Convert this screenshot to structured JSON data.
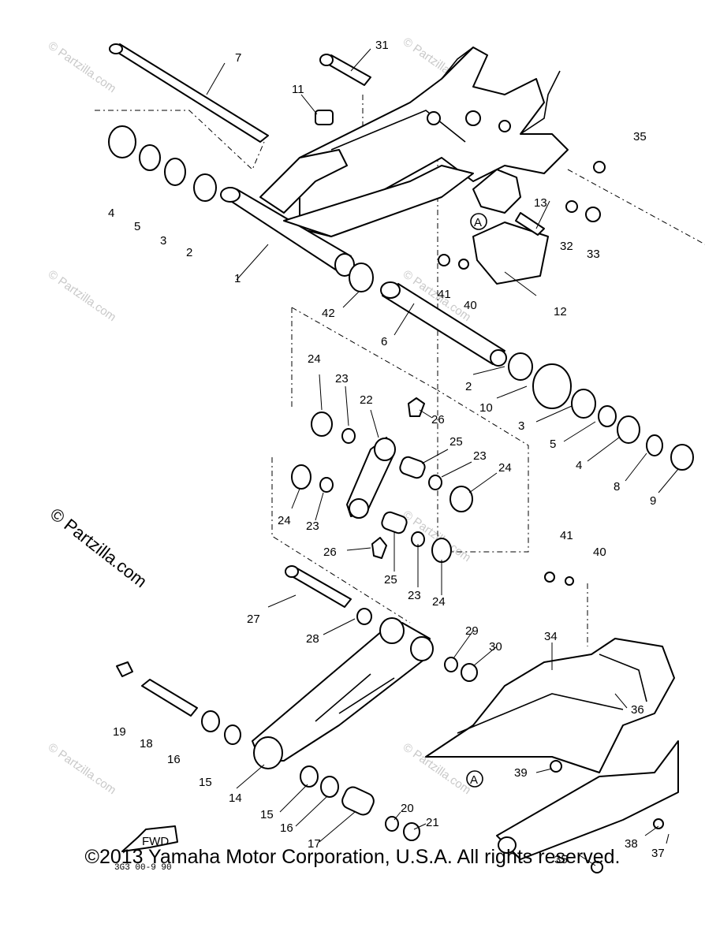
{
  "watermark": "© Partzilla.com",
  "diagram_code": "3G3 00-9 90",
  "fwd_label": "FWD",
  "ref_letter": "A",
  "copyright": "©2013 Yamaha Motor Corporation, U.S.A. All rights reserved.",
  "callouts": [
    "1",
    "2",
    "3",
    "4",
    "5",
    "6",
    "7",
    "8",
    "9",
    "10",
    "11",
    "12",
    "13",
    "14",
    "15",
    "16",
    "17",
    "18",
    "19",
    "20",
    "21",
    "22",
    "23",
    "24",
    "25",
    "26",
    "27",
    "28",
    "29",
    "30",
    "31",
    "32",
    "33",
    "34",
    "35",
    "36",
    "37",
    "38",
    "39",
    "40",
    "41",
    "42"
  ]
}
